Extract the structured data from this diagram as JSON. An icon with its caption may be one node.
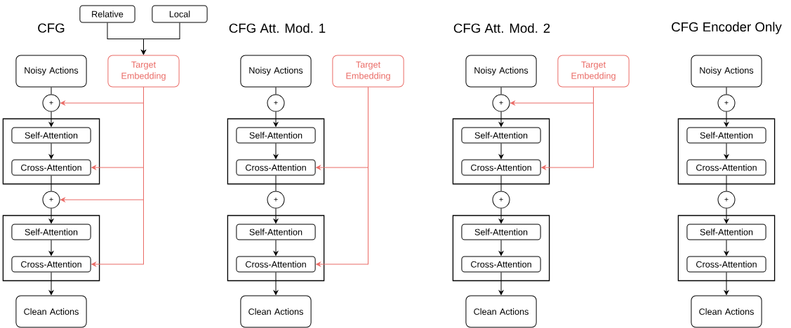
{
  "diagram": {
    "nodes": [
      {
        "text": [
          "Relative"
        ]
      },
      {
        "text": [
          "Local"
        ]
      },
      {
        "text": [
          "Noisy Actions"
        ]
      },
      {
        "text": [
          "Target Embedding"
        ]
      },
      {
        "text": [
          "+"
        ]
      },
      {
        "text": [],
        "shape": "box"
      },
      {
        "text": [
          "Self-Attention"
        ],
        "in": 5
      },
      {
        "text": [
          "Cross-Attention"
        ],
        "in": 5
      },
      {
        "text": [
          "+"
        ]
      },
      {
        "text": [],
        "shape": "box"
      },
      {
        "text": [
          "Self-Attention"
        ],
        "in": 9
      },
      {
        "text": [
          "Cross-Attention"
        ],
        "in": 9
      },
      {
        "text": [
          "Clean Actions"
        ]
      },
      {
        "text": [
          "Noisy Actions"
        ]
      },
      {
        "text": [
          "Target Embedding"
        ]
      },
      {
        "text": [
          "+"
        ]
      },
      {
        "text": [],
        "shape": "box"
      },
      {
        "text": [
          "Self-Attention"
        ],
        "in": 16
      },
      {
        "text": [
          "Cross-Attention"
        ],
        "in": 16
      },
      {
        "text": [
          "+"
        ]
      },
      {
        "text": [],
        "shape": "box"
      },
      {
        "text": [
          "Self-Attention"
        ],
        "in": 20
      },
      {
        "text": [
          "Cross-Attention"
        ],
        "in": 20
      },
      {
        "text": [
          "Clean Actions"
        ]
      },
      {
        "text": [
          "Noisy Actions"
        ]
      },
      {
        "text": [
          "Target Embedding"
        ]
      },
      {
        "text": [
          "+"
        ]
      },
      {
        "text": [],
        "shape": "box"
      },
      {
        "text": [
          "Self-Attention"
        ],
        "in": 27
      },
      {
        "text": [
          "Cross-Attention"
        ],
        "in": 27
      },
      {
        "text": [
          "+"
        ]
      },
      {
        "text": [],
        "shape": "box"
      },
      {
        "text": [
          "Self-Attention"
        ],
        "in": 31
      },
      {
        "text": [
          "Cross-Attention"
        ],
        "in": 31
      },
      {
        "text": [
          "Clean Actions"
        ]
      },
      {
        "text": [
          "Noisy Actions"
        ]
      },
      {
        "text": [
          "+"
        ]
      },
      {
        "text": [],
        "shape": "box"
      },
      {
        "text": [
          "Self-Attention"
        ],
        "in": 37
      },
      {
        "text": [
          "Cross-Attention"
        ],
        "in": 37
      },
      {
        "text": [
          "+"
        ]
      },
      {
        "text": [],
        "shape": "box"
      },
      {
        "text": [
          "Self-Attention"
        ],
        "in": 41
      },
      {
        "text": [
          "Cross-Attention"
        ],
        "in": 41
      },
      {
        "text": [
          "Clean Actions"
        ]
      }
    ],
    "edges": [
      {
        "from": 0,
        "to": 3,
        "arrow": "to"
      },
      {
        "from": 1,
        "to": 3,
        "arrow": "to"
      },
      {
        "from": 2,
        "to": 4,
        "arrow": "none"
      },
      {
        "from": 4,
        "to": 6,
        "arrow": "to"
      },
      {
        "from": 6,
        "to": 7,
        "arrow": "to"
      },
      {
        "from": 7,
        "to": 8,
        "arrow": "none"
      },
      {
        "from": 8,
        "to": 10,
        "arrow": "to"
      },
      {
        "from": 10,
        "to": 11,
        "arrow": "to"
      },
      {
        "from": 11,
        "to": 12,
        "arrow": "to"
      },
      {
        "from": 3,
        "to": 4,
        "arrow": "to",
        "color": "#ea6b66"
      },
      {
        "from": 3,
        "to": 7,
        "arrow": "to",
        "color": "#ea6b66"
      },
      {
        "from": 3,
        "to": 8,
        "arrow": "to",
        "color": "#ea6b66"
      },
      {
        "from": 3,
        "to": 11,
        "arrow": "to",
        "color": "#ea6b66"
      },
      {
        "from": 13,
        "to": 15,
        "arrow": "none"
      },
      {
        "from": 15,
        "to": 17,
        "arrow": "to"
      },
      {
        "from": 17,
        "to": 18,
        "arrow": "to"
      },
      {
        "from": 18,
        "to": 19,
        "arrow": "none"
      },
      {
        "from": 19,
        "to": 21,
        "arrow": "to"
      },
      {
        "from": 21,
        "to": 22,
        "arrow": "to"
      },
      {
        "from": 22,
        "to": 23,
        "arrow": "to"
      },
      {
        "from": 14,
        "to": 18,
        "arrow": "to",
        "color": "#ea6b66"
      },
      {
        "from": 14,
        "to": 22,
        "arrow": "to",
        "color": "#ea6b66"
      },
      {
        "from": 24,
        "to": 26,
        "arrow": "none"
      },
      {
        "from": 26,
        "to": 28,
        "arrow": "to"
      },
      {
        "from": 28,
        "to": 29,
        "arrow": "to"
      },
      {
        "from": 29,
        "to": 30,
        "arrow": "none"
      },
      {
        "from": 30,
        "to": 32,
        "arrow": "to"
      },
      {
        "from": 32,
        "to": 33,
        "arrow": "to"
      },
      {
        "from": 33,
        "to": 34,
        "arrow": "to"
      },
      {
        "from": 25,
        "to": 26,
        "arrow": "to",
        "color": "#ea6b66"
      },
      {
        "from": 25,
        "to": 29,
        "arrow": "to",
        "color": "#ea6b66"
      },
      {
        "from": 35,
        "to": 36,
        "arrow": "none"
      },
      {
        "from": 36,
        "to": 38,
        "arrow": "to"
      },
      {
        "from": 38,
        "to": 39,
        "arrow": "to"
      },
      {
        "from": 39,
        "to": 40,
        "arrow": "none"
      },
      {
        "from": 40,
        "to": 42,
        "arrow": "to"
      },
      {
        "from": 42,
        "to": 43,
        "arrow": "to"
      },
      {
        "from": 43,
        "to": 44,
        "arrow": "to"
      }
    ],
    "labels": [
      "CFG",
      "CFG Att. Mod. 1",
      "CFG Att. Mod. 2",
      "CFG Encoder Only"
    ]
  }
}
